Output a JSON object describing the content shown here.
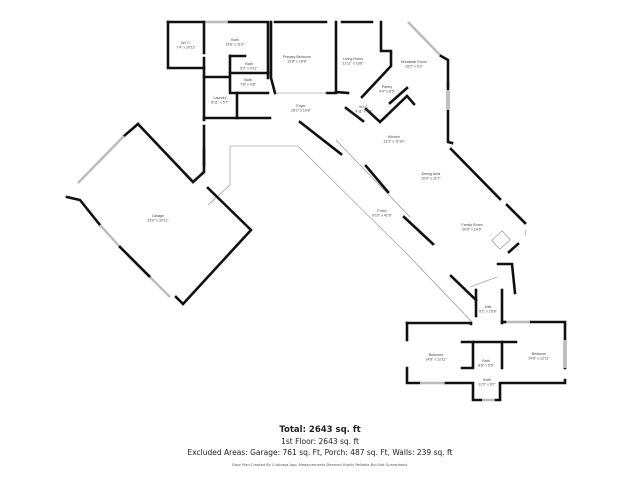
{
  "rooms": {
    "wic": {
      "name": "W.I.C.",
      "dims": "7'4\" x 10'11\""
    },
    "bath_primary": {
      "name": "Bath",
      "dims": "13'6\" x 11'0\""
    },
    "bath_small1": {
      "name": "Bath",
      "dims": "5'2\" x 4'11\""
    },
    "bath_small2": {
      "name": "Bath",
      "dims": "7'8\" x 4'8\""
    },
    "primary_bedroom": {
      "name": "Primary Bedroom",
      "dims": "13'8\" x 18'8\""
    },
    "laundry": {
      "name": "Laundry",
      "dims": "8'11\" x 5'7\""
    },
    "foyer": {
      "name": "Foyer",
      "dims": "28'2\" x 10'8\""
    },
    "living_room": {
      "name": "Living Room",
      "dims": "11'11\" x 16'8\""
    },
    "breakfast_room": {
      "name": "Breakfast Room",
      "dims": "15'2\" x 9'3\""
    },
    "pantry": {
      "name": "Pantry",
      "dims": "4'9\" x 8'5\""
    },
    "wic2": {
      "name": "W.I.C.",
      "dims": "4'11\" x 6'8\""
    },
    "kitchen": {
      "name": "Kitchen",
      "dims": "13'3\" x 11'10\""
    },
    "dining_area": {
      "name": "Dining Area",
      "dims": "20'8\" x 11'7\""
    },
    "family_room": {
      "name": "Family Room",
      "dims": "20'9\" x 16'6\""
    },
    "porch": {
      "name": "Porch",
      "dims": "9'10\" x 42'9\""
    },
    "garage": {
      "name": "Garage",
      "dims": "33'0\" x 32'11\""
    },
    "hall": {
      "name": "Hall",
      "dims": "5'1\" x 16'8\""
    },
    "bedroom_left": {
      "name": "Bedroom",
      "dims": "14'8\" x 12'11\""
    },
    "bath_center": {
      "name": "Bath",
      "dims": "8'8\" x 5'5\""
    },
    "bedroom_right": {
      "name": "Bedroom",
      "dims": "14'8\" x 12'11\""
    },
    "bath_bottom": {
      "name": "Bath",
      "dims": "11'3\" x 6'2\""
    }
  },
  "summary": {
    "total": "Total: 2643 sq. ft",
    "floor1": "1st Floor: 2643 sq. ft",
    "excluded": "Excluded Areas: Garage: 761 sq. Ft, Porch: 487 sq. Ft, Walls: 239 sq. ft",
    "disclaimer": "Floor Plan Created By Cubicasa App. Measurements Deemed Highly Reliable But Not Guaranteed."
  }
}
